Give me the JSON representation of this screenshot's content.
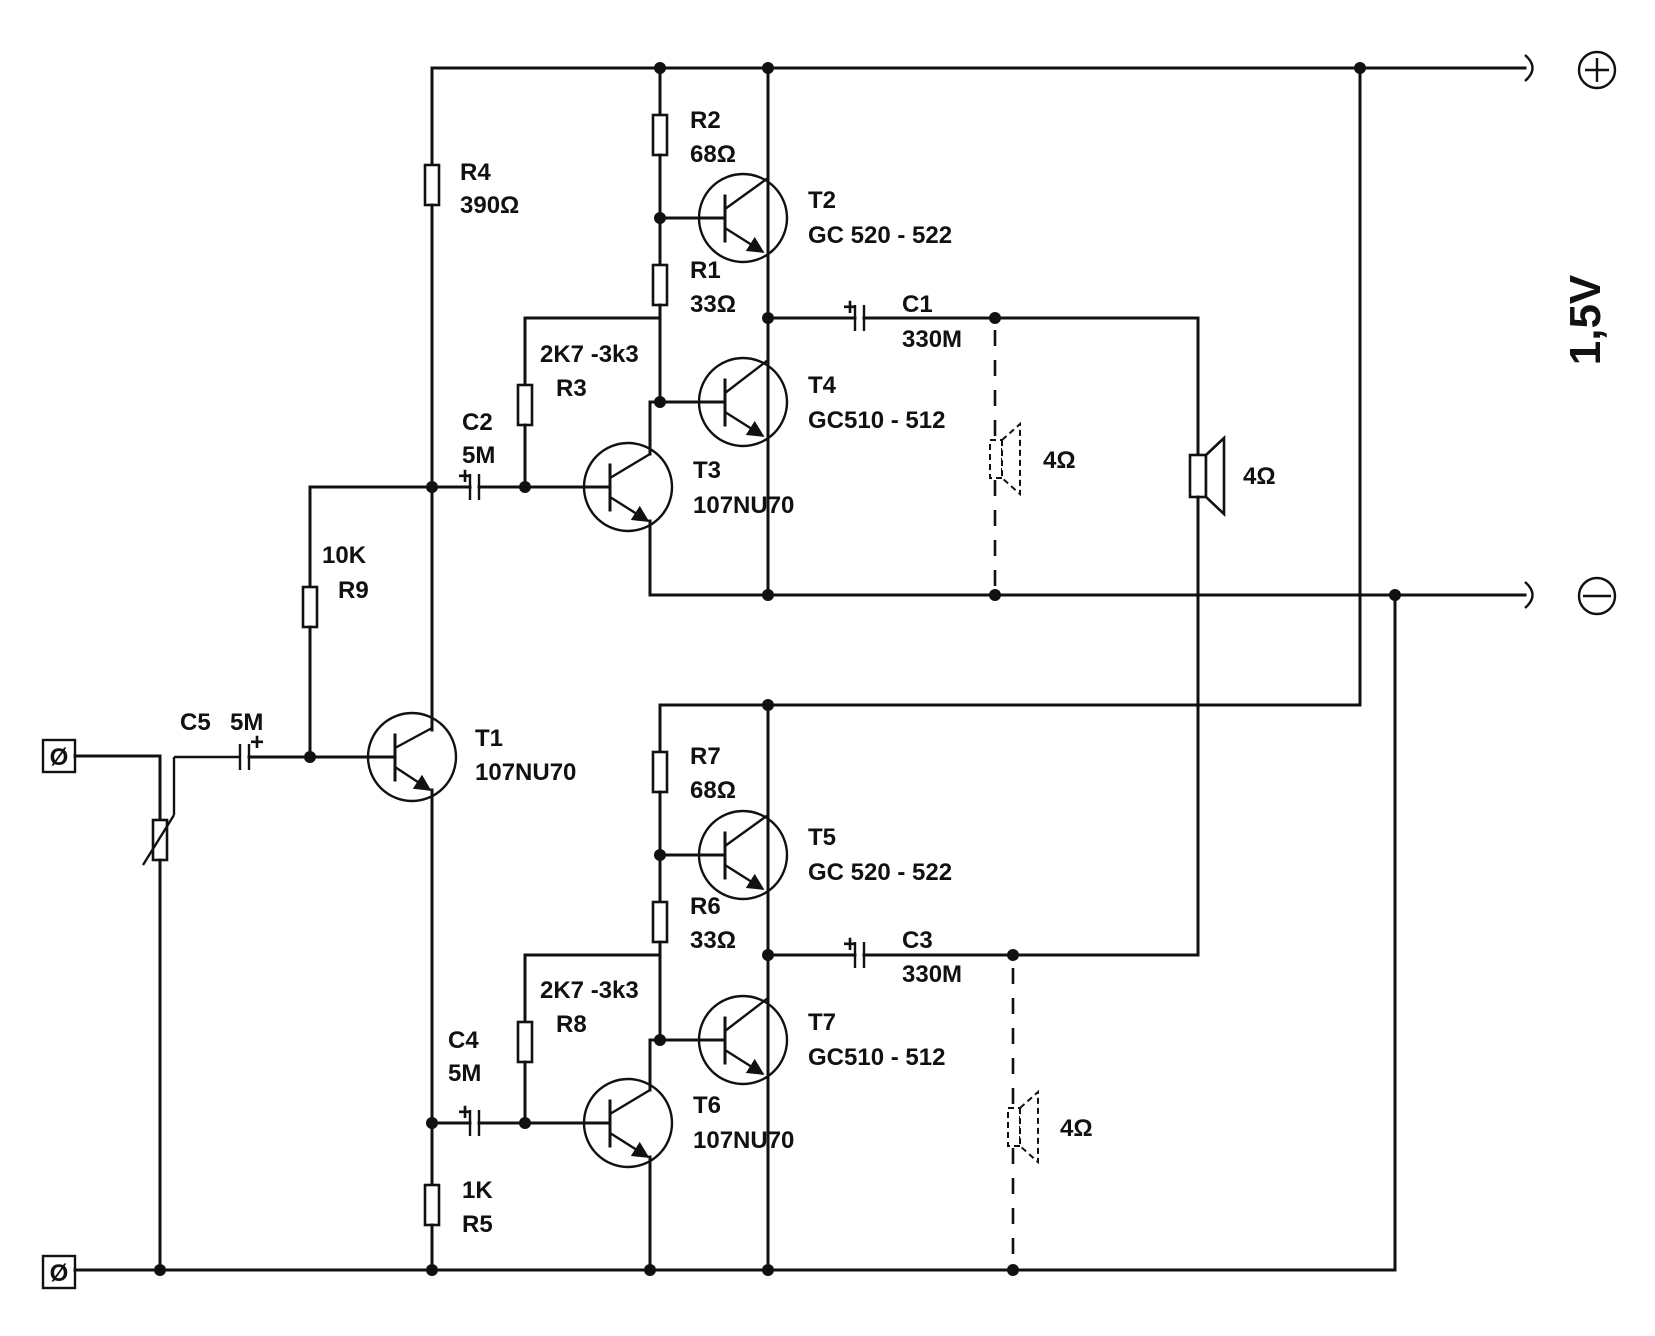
{
  "supply": {
    "voltage": "1,5V",
    "plus": "+",
    "minus": "−"
  },
  "components": {
    "R4": {
      "ref": "R4",
      "value": "390Ω"
    },
    "R2": {
      "ref": "R2",
      "value": "68Ω"
    },
    "R1": {
      "ref": "R1",
      "value": "33Ω"
    },
    "R3": {
      "ref": "R3",
      "value": "2K7 -3k3"
    },
    "R9": {
      "ref": "R9",
      "value": "10K"
    },
    "R7": {
      "ref": "R7",
      "value": "68Ω"
    },
    "R6": {
      "ref": "R6",
      "value": "33Ω"
    },
    "R8": {
      "ref": "R8",
      "value": "2K7 -3k3"
    },
    "R5": {
      "ref": "R5",
      "value": "1K"
    },
    "C1": {
      "ref": "C1",
      "value": "330M"
    },
    "C2": {
      "ref": "C2",
      "value": "5M"
    },
    "C3": {
      "ref": "C3",
      "value": "330M"
    },
    "C4": {
      "ref": "C4",
      "value": "5M"
    },
    "C5": {
      "ref": "C5",
      "value": "5M"
    },
    "T1": {
      "ref": "T1",
      "value": "107NU70"
    },
    "T2": {
      "ref": "T2",
      "value": "GC 520 - 522"
    },
    "T3": {
      "ref": "T3",
      "value": "107NU70"
    },
    "T4": {
      "ref": "T4",
      "value": "GC510 - 512"
    },
    "T5": {
      "ref": "T5",
      "value": "GC 520 - 522"
    },
    "T6": {
      "ref": "T6",
      "value": "107NU70"
    },
    "T7": {
      "ref": "T7",
      "value": "GC510 - 512"
    }
  },
  "speakers": {
    "main": "4Ω",
    "optional_top": "4Ω",
    "optional_bottom": "4Ω"
  },
  "input_terminal_symbol": "Ø"
}
